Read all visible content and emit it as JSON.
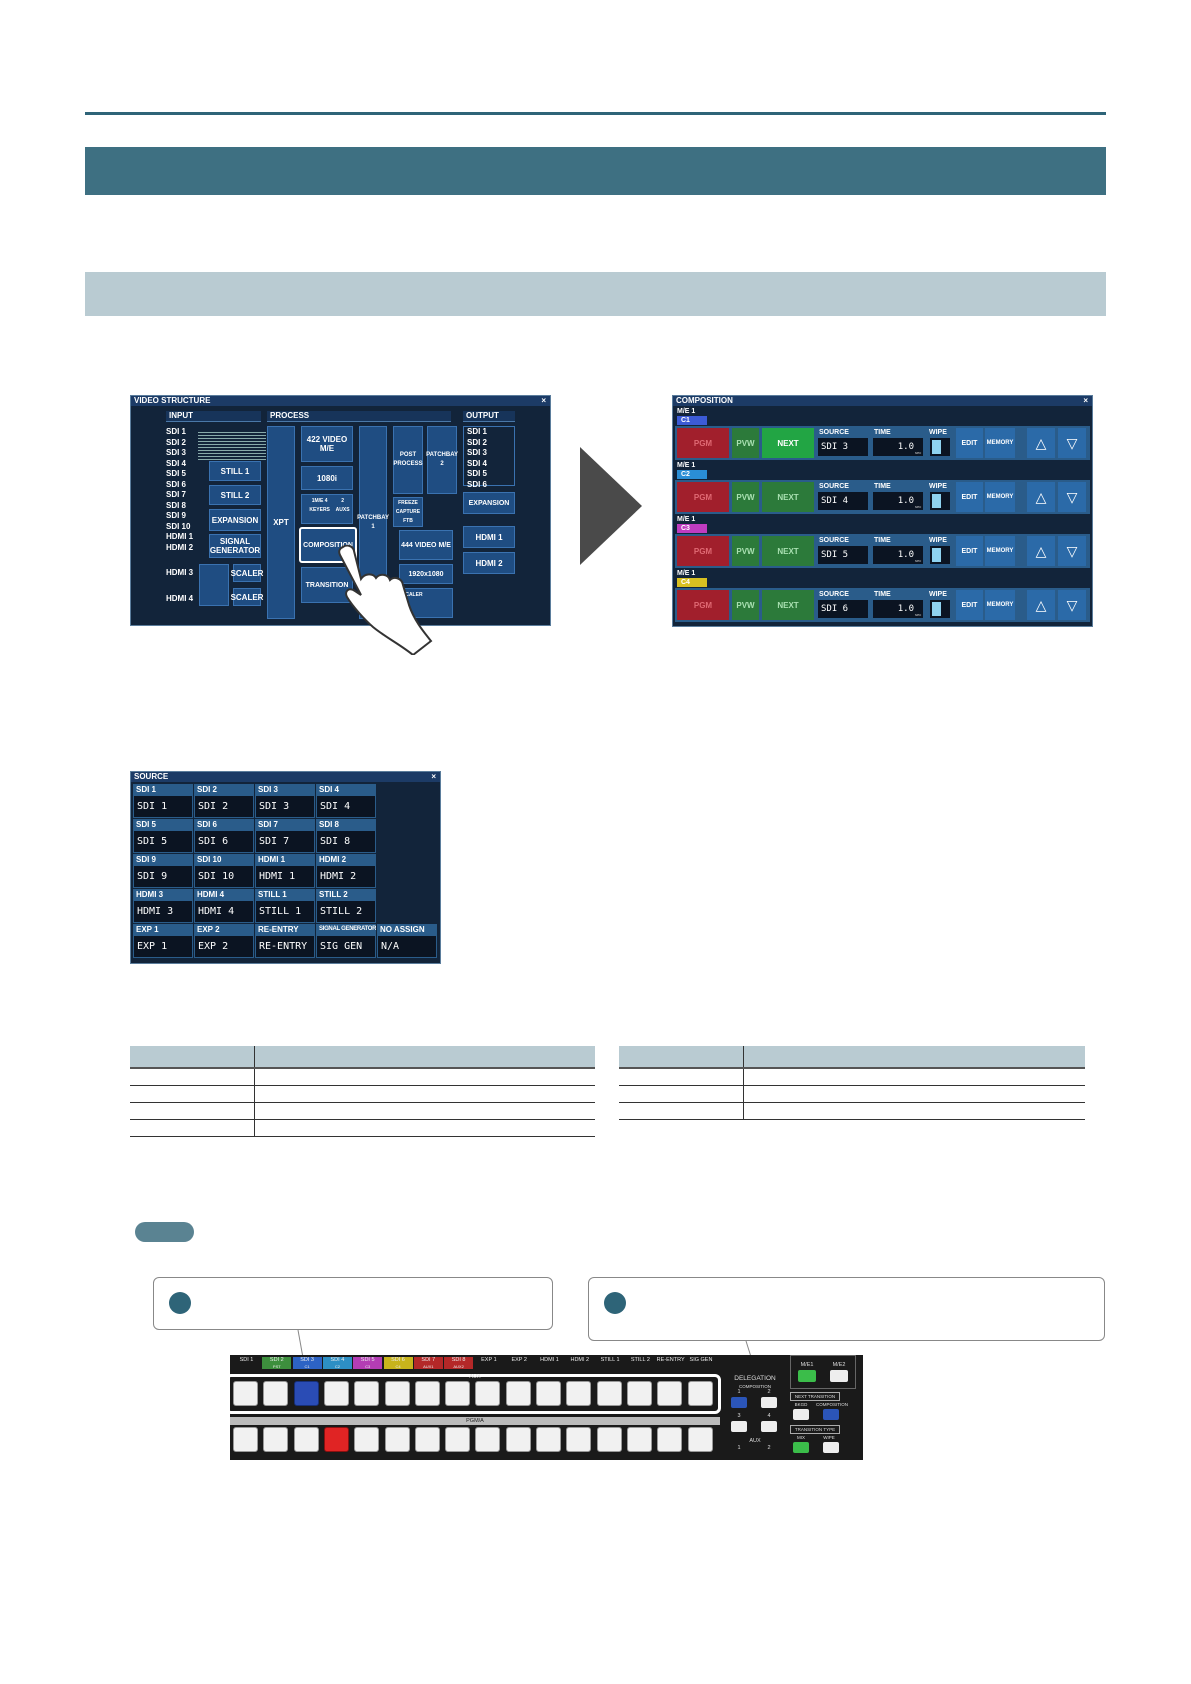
{
  "video_structure": {
    "title": "VIDEO STRUCTURE",
    "close": "×",
    "input_label": "INPUT",
    "process_label": "PROCESS",
    "output_label": "OUTPUT",
    "inputs": [
      "SDI 1",
      "SDI 2",
      "SDI 3",
      "SDI 4",
      "SDI 5",
      "SDI 6",
      "SDI 7",
      "SDI 8",
      "SDI 9",
      "SDI 10",
      "HDMI 1",
      "HDMI 2"
    ],
    "hdmi3": "HDMI 3",
    "hdmi4": "HDMI 4",
    "scaler": "SCALER",
    "still1": "STILL 1",
    "still2": "STILL 2",
    "expansion": "EXPANSION",
    "signal_generator": "SIGNAL GENERATOR",
    "xpt": "XPT",
    "me422": "422 VIDEO M/E",
    "format_1080i": "1080i",
    "keyers": "1M/E 4 KEYERS",
    "aux2": "2 AUXS",
    "composition": "COMPOSITION",
    "transition": "TRANSITION",
    "patchbay1": "PATCHBAY 1",
    "post_process": "POST PROCESS",
    "patchbay2": "PATCHBAY 2",
    "freeze": "FREEZE CAPTURE FTB",
    "me444": "444 VIDEO M/E",
    "format_1920": "1920x1080",
    "scaler_small": "SCALER",
    "outputs": [
      "SDI 1",
      "SDI 2",
      "SDI 3",
      "SDI 4",
      "SDI 5",
      "SDI 6"
    ],
    "out_expansion": "EXPANSION",
    "out_hdmi1": "HDMI 1",
    "out_hdmi2": "HDMI 2"
  },
  "composition": {
    "title": "COMPOSITION",
    "close": "×",
    "rows": [
      {
        "me": "M/E 1",
        "c": "C1",
        "c_color": "#3c5bd6",
        "source": "SDI 3",
        "time": "1.0",
        "next_active": true
      },
      {
        "me": "M/E 1",
        "c": "C2",
        "c_color": "#2a8ed6",
        "source": "SDI 4",
        "time": "1.0",
        "next_active": false
      },
      {
        "me": "M/E 1",
        "c": "C3",
        "c_color": "#c03cc0",
        "source": "SDI 5",
        "time": "1.0",
        "next_active": false
      },
      {
        "me": "M/E 1",
        "c": "C4",
        "c_color": "#d8c021",
        "source": "SDI 6",
        "time": "1.0",
        "next_active": false
      }
    ],
    "pgm": "PGM",
    "pvw": "PVW",
    "next": "NEXT",
    "source_label": "SOURCE",
    "time_label": "TIME",
    "wipe_label": "WIPE",
    "edit": "EDIT",
    "memory": "MEMORY",
    "sec": "sec",
    "up": "△",
    "down": "▽"
  },
  "source_window": {
    "title": "SOURCE",
    "close": "×",
    "cells": [
      [
        {
          "h": "SDI 1",
          "v": "SDI 1"
        },
        {
          "h": "SDI 2",
          "v": "SDI 2"
        },
        {
          "h": "SDI 3",
          "v": "SDI 3"
        },
        {
          "h": "SDI 4",
          "v": "SDI 4"
        }
      ],
      [
        {
          "h": "SDI 5",
          "v": "SDI 5"
        },
        {
          "h": "SDI 6",
          "v": "SDI 6"
        },
        {
          "h": "SDI 7",
          "v": "SDI 7"
        },
        {
          "h": "SDI 8",
          "v": "SDI 8"
        }
      ],
      [
        {
          "h": "SDI 9",
          "v": "SDI 9"
        },
        {
          "h": "SDI 10",
          "v": "SDI 10"
        },
        {
          "h": "HDMI 1",
          "v": "HDMI 1"
        },
        {
          "h": "HDMI 2",
          "v": "HDMI 2"
        }
      ],
      [
        {
          "h": "HDMI 3",
          "v": "HDMI 3"
        },
        {
          "h": "HDMI 4",
          "v": "HDMI 4"
        },
        {
          "h": "STILL 1",
          "v": "STILL 1"
        },
        {
          "h": "STILL 2",
          "v": "STILL 2"
        }
      ],
      [
        {
          "h": "EXP 1",
          "v": "EXP 1"
        },
        {
          "h": "EXP 2",
          "v": "EXP 2"
        },
        {
          "h": "RE-ENTRY",
          "v": "RE-ENTRY"
        },
        {
          "h": "SIGNAL GENERATOR",
          "v": "SIG GEN"
        },
        {
          "h": "NO ASSIGN",
          "v": "N/A"
        }
      ]
    ]
  },
  "panel": {
    "sources": [
      "SDI 1",
      "SDI 2",
      "SDI 3",
      "SDI 4",
      "SDI 5",
      "SDI 6",
      "SDI 7",
      "SDI 8",
      "EXP 1",
      "EXP 2",
      "HDMI 1",
      "HDMI 2",
      "STILL 1",
      "STILL 2",
      "RE-ENTRY",
      "SIG GEN"
    ],
    "source_sub": [
      "",
      "PST",
      "C1",
      "C2",
      "C3",
      "C4",
      "AUX1",
      "AUX2",
      "",
      "",
      "",
      "",
      "",
      "",
      "",
      ""
    ],
    "source_colors": [
      "#1a1a1a",
      "#3d8f3d",
      "#2d63c4",
      "#2d8fc4",
      "#b43db4",
      "#c8b41c",
      "#b42828",
      "#b42828",
      "#1a1a1a",
      "#1a1a1a",
      "#1a1a1a",
      "#1a1a1a",
      "#1a1a1a",
      "#1a1a1a",
      "#1a1a1a",
      "#1a1a1a"
    ],
    "aux_label": "AUX",
    "pgm_label": "PGM/A",
    "delegation": "DELEGATION",
    "composition": "COMPOSITION",
    "d1": "1",
    "d2": "2",
    "d3": "3",
    "d4": "4",
    "aux_small": "AUX",
    "a1": "1",
    "a2": "2",
    "me1": "M/E1",
    "me2": "M/E2",
    "next_transition": "NEXT TRANSITION",
    "bkgd": "BKGD",
    "comp_small": "COMPOSITION",
    "transition_type": "TRANSITION TYPE",
    "mix": "MIX",
    "wipe": "WIPE"
  }
}
